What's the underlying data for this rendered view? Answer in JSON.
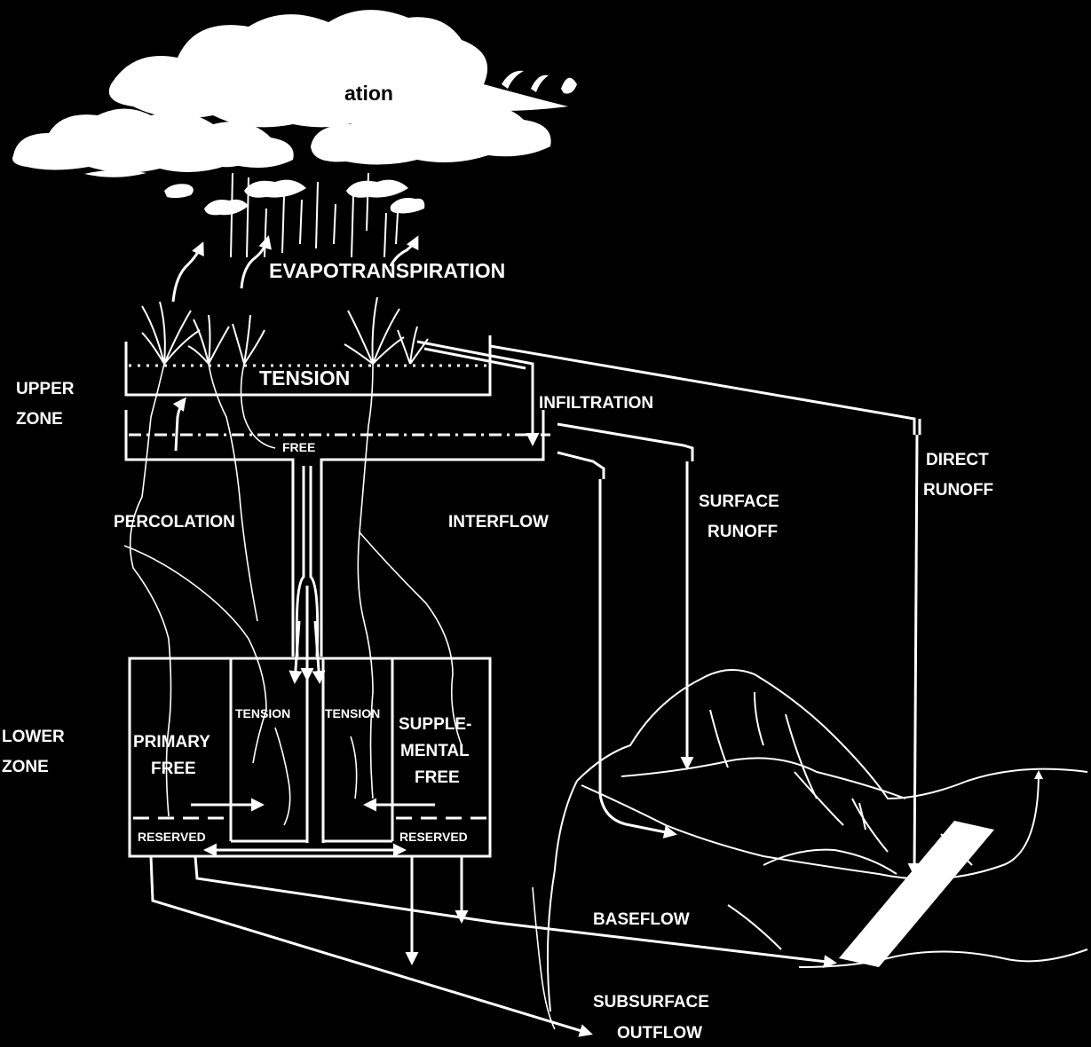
{
  "diagram": {
    "labels": {
      "precipitation_fragment": "ation",
      "evapotranspiration": "EVAPOTRANSPIRATION",
      "upper_zone_line1": "UPPER",
      "upper_zone_line2": "ZONE",
      "upper_tension": "TENSION",
      "upper_free": "FREE",
      "infiltration": "INFILTRATION",
      "direct_runoff_line1": "DIRECT",
      "direct_runoff_line2": "RUNOFF",
      "surface_runoff_line1": "SURFACE",
      "surface_runoff_line2": "RUNOFF",
      "percolation": "PERCOLATION",
      "interflow": "INTERFLOW",
      "lower_zone_line1": "LOWER",
      "lower_zone_line2": "ZONE",
      "primary_free_line1": "PRIMARY",
      "primary_free_line2": "FREE",
      "lower_tension_left": "TENSION",
      "lower_tension_right": "TENSION",
      "supplemental_line1": "SUPPLE-",
      "supplemental_line2": "MENTAL",
      "supplemental_line3": "FREE",
      "reserved_left": "RESERVED",
      "reserved_right": "RESERVED",
      "baseflow": "BASEFLOW",
      "subsurface_outflow_line1": "SUBSURFACE",
      "subsurface_outflow_line2": "OUTFLOW"
    },
    "colors": {
      "background": "#000000",
      "foreground": "#ffffff"
    }
  }
}
